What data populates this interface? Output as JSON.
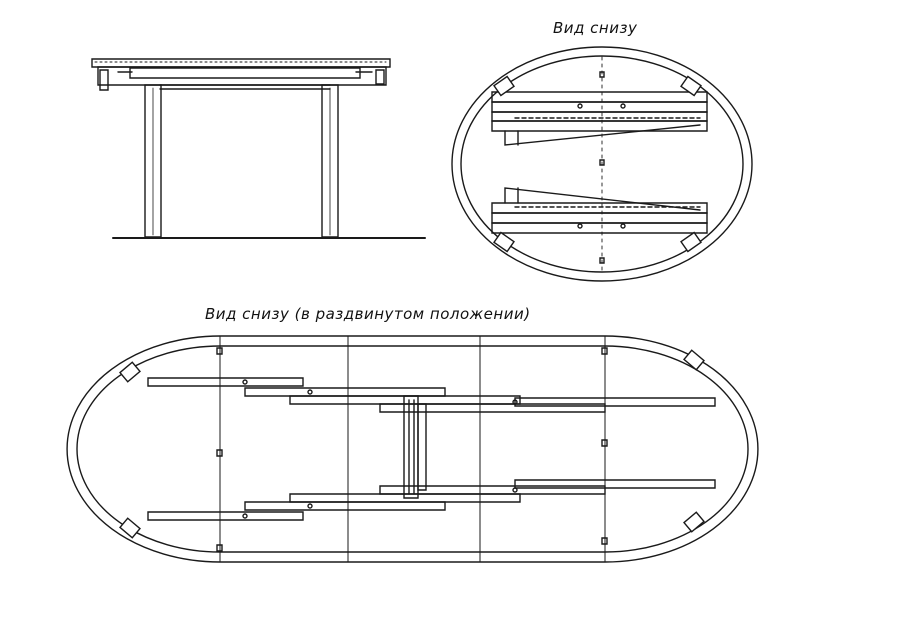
{
  "labels": {
    "bottom_view": "Вид снизу",
    "extended_view": "Вид снизу (в раздвинутом положении)"
  },
  "colors": {
    "ink": "#1a1a1a",
    "paper": "#ffffff"
  },
  "views": [
    {
      "id": "side-elevation",
      "kind": "table side view"
    },
    {
      "id": "bottom-view-closed",
      "kind": "oval table underside, closed"
    },
    {
      "id": "bottom-view-extended",
      "kind": "oval table underside, extended"
    }
  ]
}
